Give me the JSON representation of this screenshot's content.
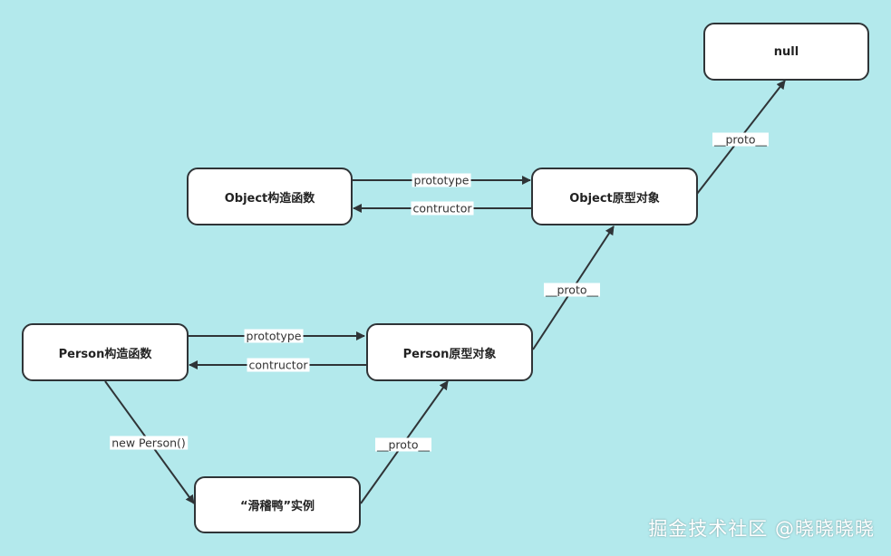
{
  "nodes": {
    "null": "null",
    "object_constructor": "Object构造函数",
    "object_prototype": "Object原型对象",
    "person_constructor": "Person构造函数",
    "person_prototype": "Person原型对象",
    "instance": "“滑稽鸭”实例"
  },
  "edge_labels": {
    "object_prototype_link": "prototype",
    "object_constructor_link": "contructor",
    "person_prototype_link": "prototype",
    "person_constructor_link": "contructor",
    "new_person": "new Person()",
    "instance_proto": "__proto__",
    "person_proto": "__proto__",
    "object_proto": "__proto__"
  },
  "watermark": "掘金技术社区 @晓晓晓晓",
  "colors": {
    "background": "#b3e9ec",
    "node_fill": "#ffffff",
    "stroke": "#2f3437"
  }
}
